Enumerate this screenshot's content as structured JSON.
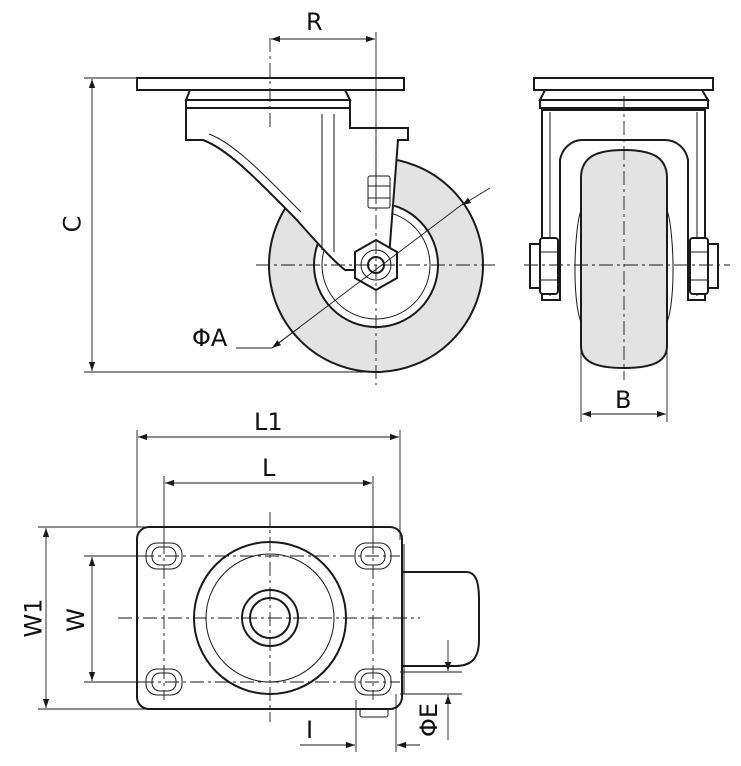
{
  "dimensions": {
    "r": "R",
    "c": "C",
    "phi_a": "ΦA",
    "b": "B",
    "l1": "L1",
    "l": "L",
    "w1": "W1",
    "w": "W",
    "i": "I",
    "phi_e": "ΦE"
  },
  "colors": {
    "line": "#1a1a1a",
    "tyre_fill": "#e3e3e3",
    "background": "#ffffff"
  }
}
